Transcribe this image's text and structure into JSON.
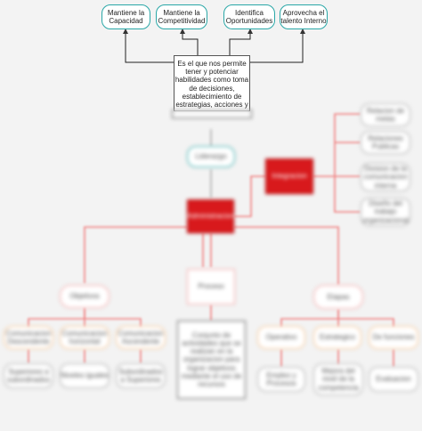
{
  "top_goals": [
    {
      "label": "Mantiene la Capacidad"
    },
    {
      "label": "Mantiene la Competitividad"
    },
    {
      "label": "Identifica Oportunidades"
    },
    {
      "label": "Aprovecha el talento Interno"
    }
  ],
  "definition": {
    "text": "Es el que nos permite tener y potenciar habilidades como toma de decisiones, establecimiento de estrategias, acciones y"
  },
  "leader_node": {
    "label": "Liderazgo"
  },
  "central_node": {
    "label": "Administracion"
  },
  "right_red_node": {
    "label": "Integracion"
  },
  "right_items": [
    {
      "label": "Relacion de metas"
    },
    {
      "label": "Relaciones Publicas"
    },
    {
      "label": "Division de la comunicacion interna"
    },
    {
      "label": "Diseño del trabajo organizacional"
    }
  ],
  "mid_box": {
    "label": "Proceso"
  },
  "mid_text": {
    "text": "Conjunto de actividades que se realizan en la organizacion para lograr objetivos mediante el uso de recursos"
  },
  "left_branch": {
    "label": "Objetivos"
  },
  "left_orange": [
    {
      "label": "Comunicacion Descendente"
    },
    {
      "label": "Comunicacion horizontal"
    },
    {
      "label": "Comunicacion Ascendente"
    }
  ],
  "left_grey": [
    {
      "label": "Superiores a subordinados"
    },
    {
      "label": "Niveles iguales"
    },
    {
      "label": "Subordinados a Superiores"
    }
  ],
  "right_branch": {
    "label": "Etapas"
  },
  "right_orange": [
    {
      "label": "Operativo"
    },
    {
      "label": "Estrategico"
    },
    {
      "label": "De funciones"
    }
  ],
  "right_grey": [
    {
      "label": "Empleo y Procesos"
    },
    {
      "label": "Mejora del nivel de la competencia"
    },
    {
      "label": "Evaluacion"
    }
  ],
  "colors": {
    "teal": "#2aa7a7",
    "red": "#d8191c",
    "pink_line": "#f3a3a3",
    "orange": "#f6c08a"
  }
}
